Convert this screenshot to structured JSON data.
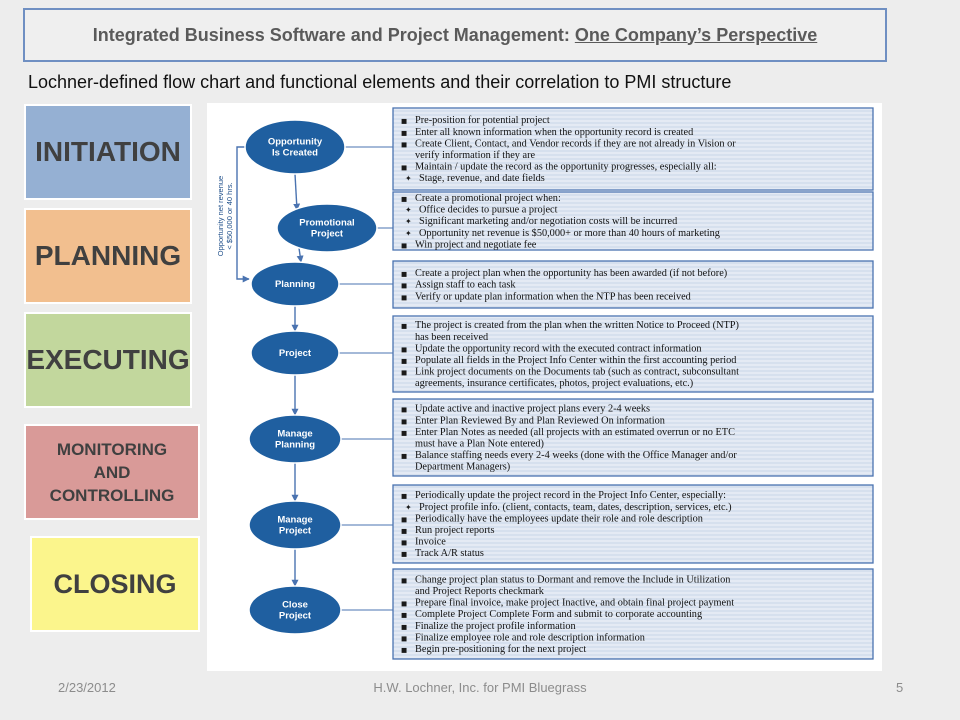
{
  "header": {
    "title_main": "Integrated Business Software and Project Management:",
    "title_underlined": "One Company’s Perspective",
    "subtitle": "Lochner-defined flow chart and functional elements and their correlation to PMI structure"
  },
  "phases": {
    "initiation": "INITIATION",
    "planning": "PLANNING",
    "executing": "EXECUTING",
    "monitoring_line1": "MONITORING",
    "monitoring_line2": "AND",
    "monitoring_line3": "CONTROLLING",
    "closing": "CLOSING"
  },
  "flow": {
    "side_label_line1": "Opportunity net revenue",
    "side_label_line2": "< $50,000 or 40 hrs.",
    "colors": {
      "node": "#1f5fa0",
      "box_border": "#4a73b0",
      "box_fill": "#d6e0ee"
    },
    "steps": [
      {
        "node": [
          "Opportunity",
          "Is Created"
        ],
        "lines": [
          {
            "b": "■",
            "t": "Pre-position for potential project"
          },
          {
            "b": "■",
            "t": "Enter all known information when the opportunity record is created"
          },
          {
            "b": "■",
            "t": "Create Client, Contact, and Vendor records if they are not already in Vision or"
          },
          {
            "b": "",
            "t": "verify information if they are"
          },
          {
            "b": "■",
            "t": "Maintain / update the record as the opportunity progresses, especially all:"
          },
          {
            "b": "✦",
            "t": "Stage, revenue, and date fields"
          }
        ]
      },
      {
        "node": [
          "Promotional",
          "Project"
        ],
        "lines": [
          {
            "b": "■",
            "t": "Create a promotional project when:"
          },
          {
            "b": "✦",
            "t": "Office decides to pursue a project"
          },
          {
            "b": "✦",
            "t": "Significant marketing and/or negotiation costs will be incurred"
          },
          {
            "b": "✦",
            "t": "Opportunity net revenue is $50,000+ or more than 40 hours of marketing"
          },
          {
            "b": "■",
            "t": "Win project and negotiate fee"
          }
        ]
      },
      {
        "node": [
          "Planning"
        ],
        "lines": [
          {
            "b": "■",
            "t": "Create a project plan when the opportunity has been awarded (if not before)"
          },
          {
            "b": "■",
            "t": "Assign staff to each task"
          },
          {
            "b": "■",
            "t": "Verify or update plan information when the NTP has been received"
          }
        ]
      },
      {
        "node": [
          "Project"
        ],
        "lines": [
          {
            "b": "■",
            "t": "The project is created from the plan when the written Notice to Proceed (NTP)"
          },
          {
            "b": "",
            "t": "has been received"
          },
          {
            "b": "■",
            "t": "Update the opportunity record with the executed contract information"
          },
          {
            "b": "■",
            "t": "Populate all fields in the Project Info Center within the first accounting period"
          },
          {
            "b": "■",
            "t": "Link project documents on the Documents tab (such as contract, subconsultant"
          },
          {
            "b": "",
            "t": "agreements, insurance certificates, photos, project evaluations, etc.)"
          }
        ]
      },
      {
        "node": [
          "Manage",
          "Planning"
        ],
        "lines": [
          {
            "b": "■",
            "t": "Update active and inactive project plans every 2-4 weeks"
          },
          {
            "b": "■",
            "t": "Enter Plan Reviewed By and Plan Reviewed On information"
          },
          {
            "b": "■",
            "t": "Enter Plan Notes as needed (all projects with an estimated overrun or no ETC"
          },
          {
            "b": "",
            "t": "must have a Plan Note entered)"
          },
          {
            "b": "■",
            "t": "Balance staffing needs every 2-4 weeks (done with the Office Manager and/or"
          },
          {
            "b": "",
            "t": "Department Managers)"
          }
        ]
      },
      {
        "node": [
          "Manage",
          "Project"
        ],
        "lines": [
          {
            "b": "■",
            "t": "Periodically update the project record in the Project Info Center, especially:"
          },
          {
            "b": "✦",
            "t": "Project profile info. (client, contacts, team, dates, description, services, etc.)"
          },
          {
            "b": "■",
            "t": "Periodically have the employees update their role and role description"
          },
          {
            "b": "■",
            "t": "Run project reports"
          },
          {
            "b": "■",
            "t": "Invoice"
          },
          {
            "b": "■",
            "t": "Track A/R status"
          }
        ]
      },
      {
        "node": [
          "Close",
          "Project"
        ],
        "lines": [
          {
            "b": "■",
            "t": "Change project plan status to Dormant and remove the Include in Utilization"
          },
          {
            "b": "",
            "t": "and Project Reports checkmark"
          },
          {
            "b": "■",
            "t": "Prepare final invoice, make project Inactive, and obtain final project payment"
          },
          {
            "b": "■",
            "t": "Complete Project Complete Form and submit to corporate accounting"
          },
          {
            "b": "■",
            "t": "Finalize the project profile information"
          },
          {
            "b": "■",
            "t": "Finalize employee role and role description information"
          },
          {
            "b": "■",
            "t": "Begin pre-positioning for the next project"
          }
        ]
      }
    ]
  },
  "footer": {
    "date": "2/23/2012",
    "center": "H.W. Lochner, Inc. for PMI Bluegrass",
    "page": "5"
  }
}
